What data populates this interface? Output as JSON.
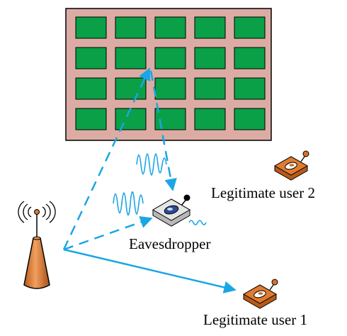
{
  "labels": {
    "eavesdropper": "Eavesdropper",
    "legit_user_1": "Legitimate user 1",
    "legit_user_2": "Legitimate user 2"
  },
  "icons": {
    "base_station": "base-station-antenna-icon",
    "eavesdropper_device": "eavesdropper-device-icon",
    "user_device": "user-terminal-icon",
    "reflector": "reflecting-surface-icon",
    "signal_wave": "signal-wave-icon"
  },
  "reflector_grid": {
    "rows": 4,
    "cols": 5
  },
  "colors": {
    "surface_bg": "#dcaca4",
    "element": "#0aa048",
    "beam": "#1aa6e4",
    "antenna": "#d97a2e",
    "device_orange": "#d8722c",
    "device_gray": "#cfcfcf",
    "wave_signal": "#1aa6e4"
  }
}
